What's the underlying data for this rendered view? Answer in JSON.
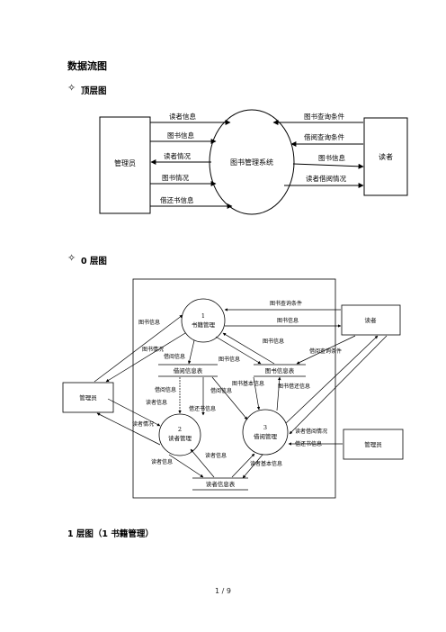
{
  "doc": {
    "title": "数据流图",
    "section_top": "顶层图",
    "section_zero": "0 层图",
    "section_one": "1 层图（1 书籍管理）",
    "footer": "1 / 9"
  },
  "top_diagram": {
    "left_entity": "管理员",
    "center_process": "图书管理系统",
    "right_entity": "读者",
    "left_flows": [
      "读者信息",
      "图书信息",
      "读者情况",
      "图书情况",
      "借还书信息"
    ],
    "right_flows": [
      "图书查询条件",
      "借阅查询条件",
      "图书信息",
      "读者借阅情况"
    ]
  },
  "zero_diagram": {
    "entity_admin_left": "管理员",
    "entity_reader": "读者",
    "entity_admin_right": "管理员",
    "p1_num": "1",
    "p1_name": "书籍管理",
    "p2_num": "2",
    "p2_name": "读者管理",
    "p3_num": "3",
    "p3_name": "借阅管理",
    "store_borrow": "借阅信息表",
    "store_book": "图书信息表",
    "store_reader": "读者信息表",
    "labels": {
      "book_query_cond": "图书查询条件",
      "book_info_to_reader": "图书信息",
      "book_info_p1_in": "图书信息",
      "book_status_p1_out": "图书情况",
      "borrow_info_a": "借阅信息",
      "book_info_store_a": "图书信息",
      "book_info_store_b": "图书信息",
      "borrow_query_cond": "借阅查询条件",
      "borrow_info_b": "借阅信息",
      "borrow_info_c": "借阅信息",
      "reader_info_a": "读者信息",
      "borrow_return_info": "借还书信息",
      "book_basic_info": "图书基本信息",
      "book_borrow_return": "图书借还信息",
      "reader_status": "读者情况",
      "reader_borrow_status": "读者借阅情况",
      "borrow_return_info_b": "借还书信息",
      "reader_info_b": "读者信息",
      "reader_info_c": "读者信息",
      "reader_basic_info": "读者基本信息"
    }
  }
}
